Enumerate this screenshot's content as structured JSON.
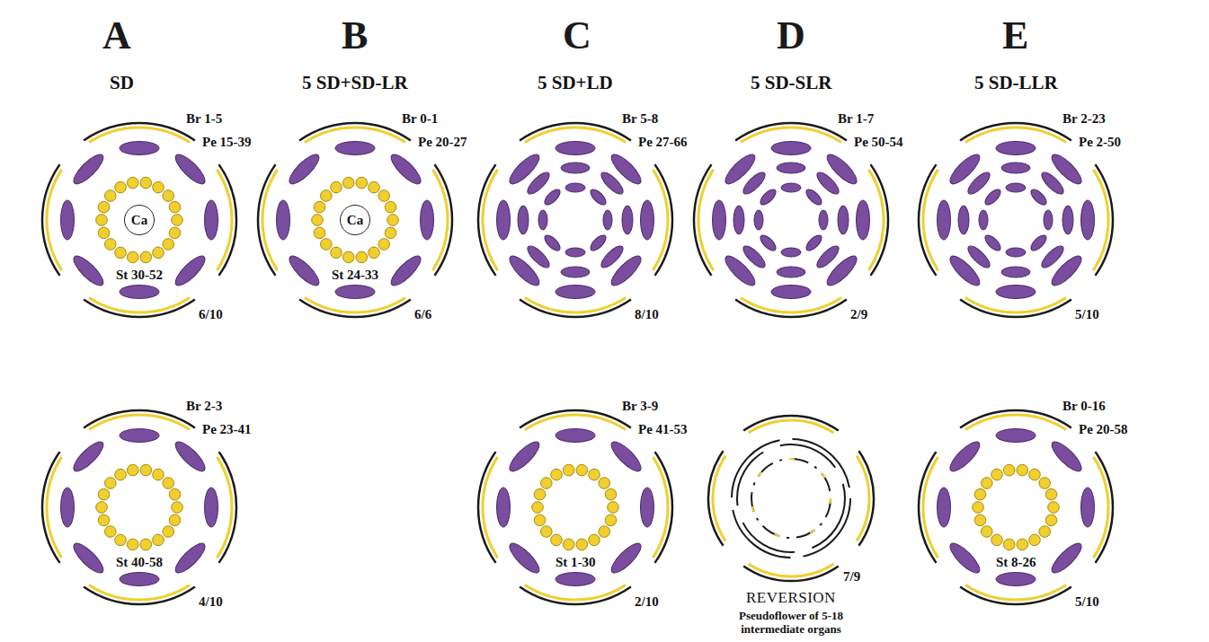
{
  "diagram": {
    "nodes": [
      {
        "text": [
          "Ca"
        ]
      },
      {
        "text": [
          "Ca"
        ]
      }
    ],
    "labels": [
      "A",
      "B",
      "C",
      "D",
      "E",
      "SD",
      "5 SD+SD-LR",
      "5 SD+LD",
      "5 SD-SLR",
      "5 SD-LLR",
      "Br 1-5",
      "Pe 15-39",
      "St 30-52",
      "6/10",
      "Br 0-1",
      "Pe 20-27",
      "St 24-33",
      "6/6",
      "Br 5-8",
      "Pe 27-66",
      "8/10",
      "Br 1-7",
      "Pe 50-54",
      "2/9",
      "Br 2-23",
      "Pe 2-50",
      "5/10",
      "Br 2-3",
      "Pe 23-41",
      "St 40-58",
      "4/10",
      "Br 3-9",
      "Pe 41-53",
      "St 1-30",
      "2/10",
      "7/9",
      "REVERSION",
      "Pseudoflower of 5-18 intermediate organs",
      "Br 0-16",
      "Pe 20-58",
      "St 8-26",
      "5/10"
    ]
  }
}
